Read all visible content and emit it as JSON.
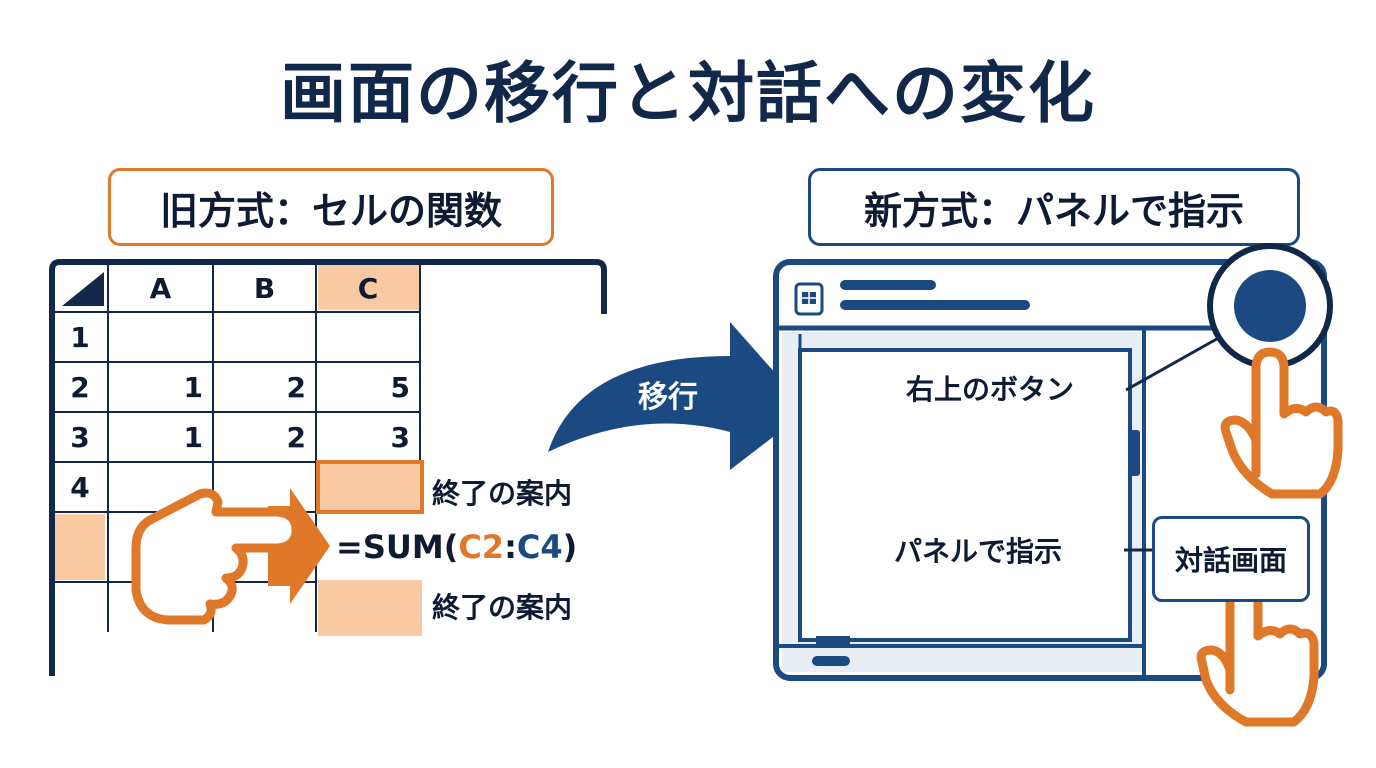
{
  "title": "画面の移行と対話への変化",
  "old": {
    "label": "旧方式：セルの関数",
    "columns": [
      "A",
      "B",
      "C"
    ],
    "rows": [
      {
        "n": "1",
        "cells": [
          "",
          "",
          ""
        ]
      },
      {
        "n": "2",
        "cells": [
          "1",
          "2",
          "5"
        ]
      },
      {
        "n": "3",
        "cells": [
          "1",
          "2",
          "3"
        ]
      },
      {
        "n": "4",
        "cells": [
          "",
          "",
          ""
        ]
      }
    ],
    "note_top": "終了の案内",
    "note_bottom": "終了の案内",
    "formula": {
      "prefix": "=SUM(",
      "ref1": "C2",
      "sep": ":",
      "ref2": "C4",
      "suffix": ")"
    }
  },
  "transition_label": "移行",
  "new": {
    "label": "新方式：パネルで指示",
    "callout_button": "右上のボタン",
    "callout_panel": "パネルで指示",
    "dialog_label": "対話画面"
  },
  "icons": [
    "sheets-file-icon",
    "hand-pointing-right-icon",
    "hand-pointing-up-icon",
    "round-button-icon"
  ],
  "colors": {
    "navy": "#1b4a82",
    "dark": "#12284a",
    "orange": "#e0782a",
    "peach": "#f8c9a3",
    "panel_bg": "#e9eef5"
  }
}
